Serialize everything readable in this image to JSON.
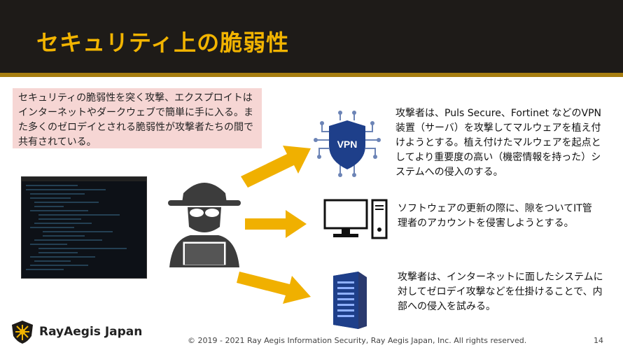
{
  "slide": {
    "title": "セキュリティ上の脆弱性",
    "intro": "セキュリティの脆弱性を突く攻撃、エクスプロイトはインターネットやダークウェブで簡単に手に入る。また多くのゼロデイとされる脆弱性が攻撃者たちの間で共有されている。",
    "descriptions": [
      "攻撃者は、Puls Secure、Fortinet などのVPN装置（サーバ）を攻撃してマルウェアを植え付けようとする。植え付けたマルウェアを起点としてより重要度の高い（機密情報を持った）システムへの侵入のする。",
      "ソフトウェアの更新の際に、隙をついてIT管理者のアカウントを侵害しようとする。",
      "攻撃者は、インターネットに面したシステムに対してゼロデイ攻撃などを仕掛けることで、内部への侵入を試みる。"
    ],
    "vpn_label": "VPN"
  },
  "footer": {
    "logo_text": "RayAegis Japan",
    "copyright": "© 2019 - 2021 Ray Aegis Information Security, Ray Aegis Japan, Inc. All rights reserved.",
    "page_number": "14"
  },
  "icons": [
    "hacker-icon",
    "terminal-screenshot",
    "vpn-icon",
    "desktop-computer-icon",
    "server-icon",
    "arrow-icon",
    "logo-icon"
  ],
  "colors": {
    "header_bg": "#1e1b18",
    "title": "#f2b400",
    "arrow": "#f0b000",
    "intro_bg": "#f6d6d4",
    "icon_blue": "#1e3f8a"
  }
}
